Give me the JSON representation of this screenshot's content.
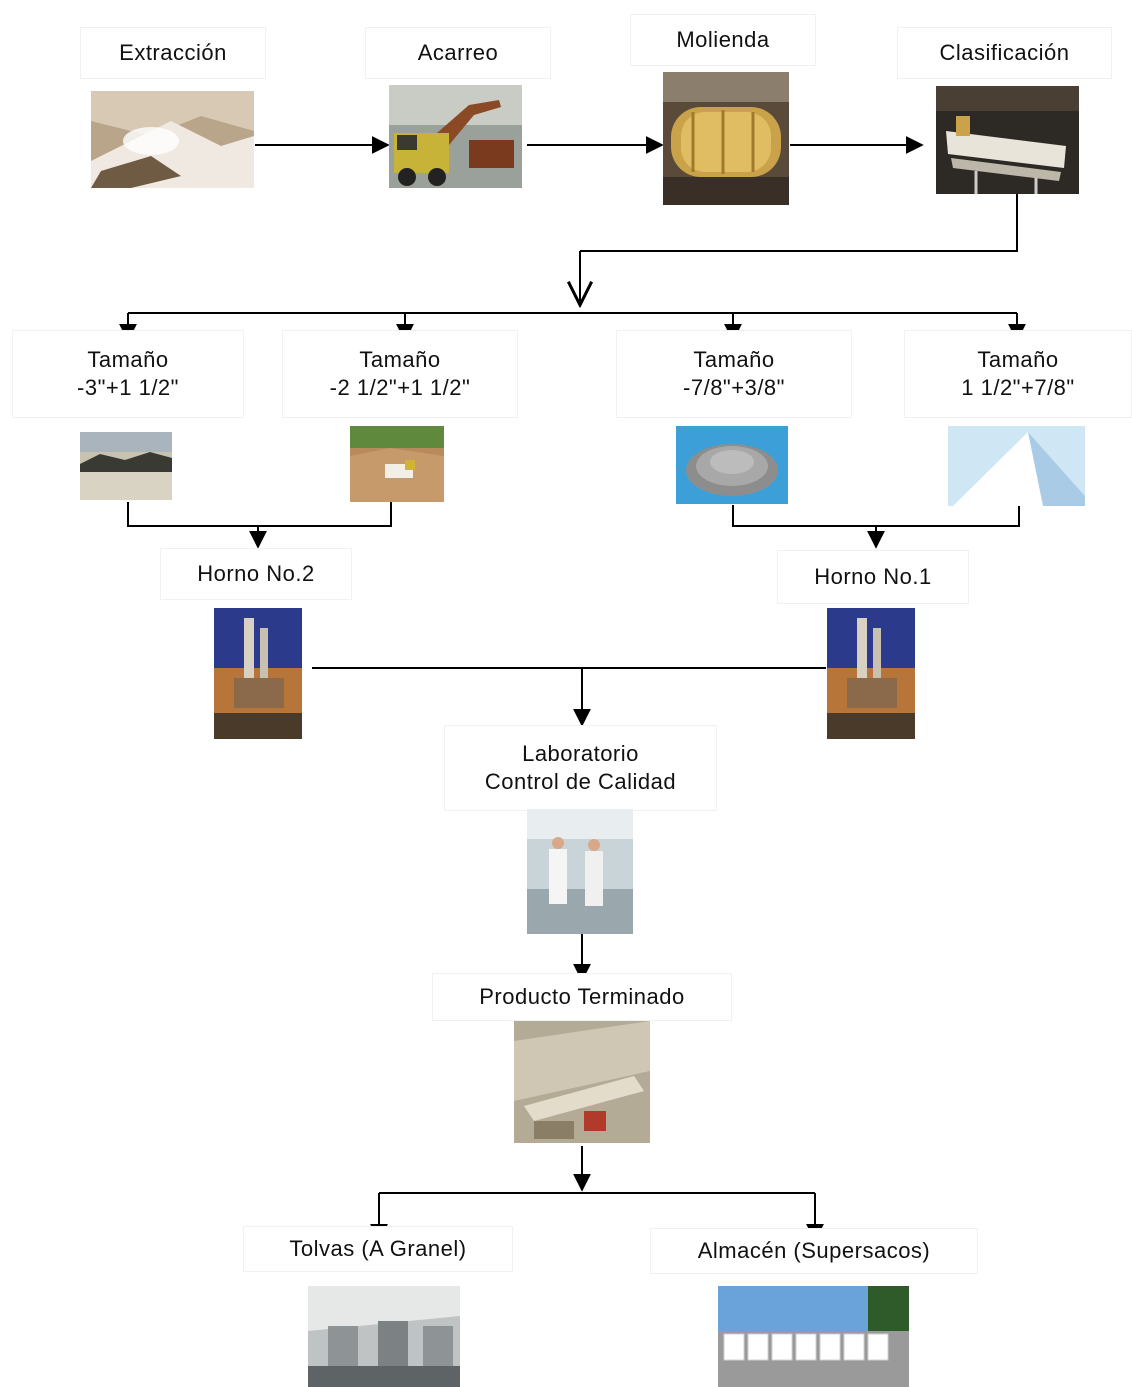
{
  "stages": {
    "extraccion": "Extracción",
    "acarreo": "Acarreo",
    "molienda": "Molienda",
    "clasificacion": "Clasificación"
  },
  "sizes": {
    "size1": "Tamaño\n-3\"+1 1/2\"",
    "size2": "Tamaño\n-2 1/2\"+1 1/2\"",
    "size3": "Tamaño\n-7/8\"+3/8\"",
    "size4": "Tamaño\n1 1/2\"+7/8\""
  },
  "kilns": {
    "horno2": "Horno No.2",
    "horno1": "Horno No.1"
  },
  "lab": "Laboratorio\nControl de Calidad",
  "product": "Producto Terminado",
  "outputs": {
    "tolvas": "Tolvas (A Granel)",
    "almacen": "Almacén (Supersacos)"
  }
}
